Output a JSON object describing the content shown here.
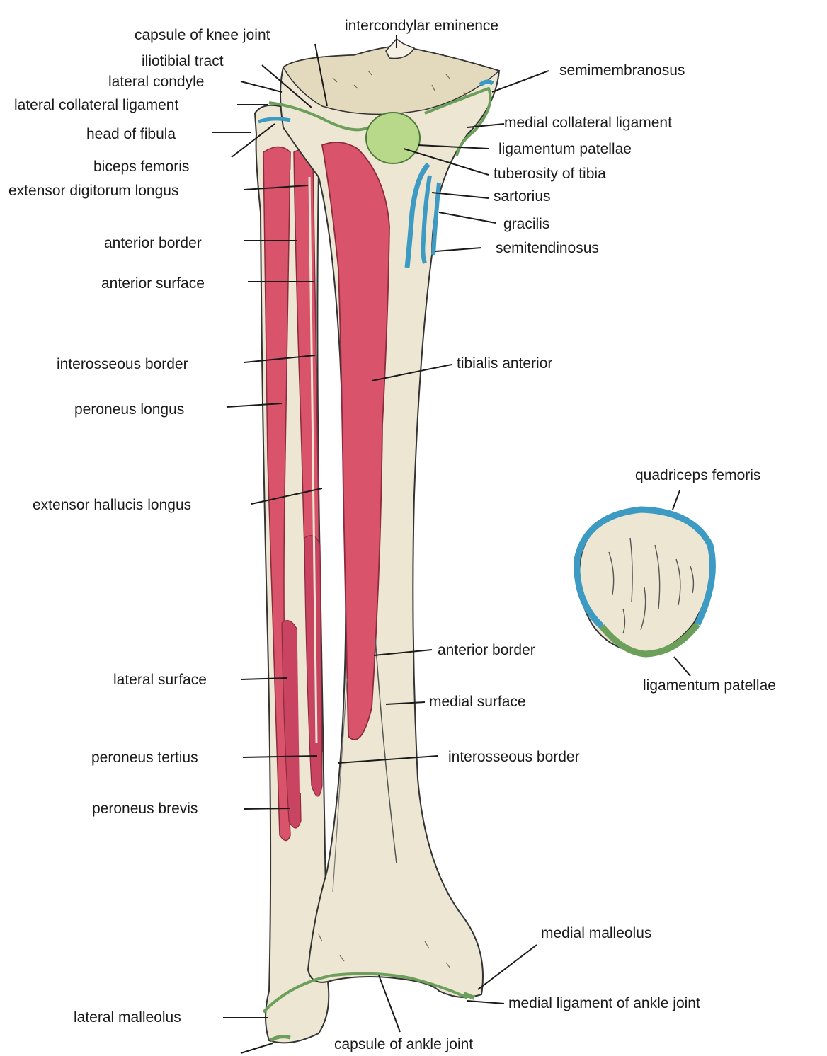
{
  "colors": {
    "bone": "#ece6d3",
    "bone_shade": "#d8ccac",
    "muscle": "#d9536b",
    "muscle_dark": "#b93a55",
    "tendon_blue": "#3d9ac2",
    "ligament_green": "#6ca05a",
    "patella_green": "#b9d98a",
    "leader": "#1a1a1a"
  },
  "labels": {
    "capsule_of_knee_joint": "capsule of knee joint",
    "intercondylar_eminence": "intercondylar eminence",
    "iliotibial_tract": "iliotibial tract",
    "lateral_condyle": "lateral condyle",
    "semimembranosus": "semimembranosus",
    "lateral_collateral_ligament": "lateral collateral ligament",
    "medial_collateral_ligament": "medial collateral ligament",
    "head_of_fibula": "head of fibula",
    "ligamentum_patellae": "ligamentum patellae",
    "biceps_femoris": "biceps femoris",
    "tuberosity_of_tibia": "tuberosity of tibia",
    "extensor_digitorum_longus": "extensor digitorum longus",
    "sartorius": "sartorius",
    "gracilis": "gracilis",
    "anterior_border_upper": "anterior border",
    "semitendinosus": "semitendinosus",
    "anterior_surface": "anterior surface",
    "interosseous_border_upper": "interosseous border",
    "tibialis_anterior": "tibialis anterior",
    "peroneus_longus": "peroneus longus",
    "quadriceps_femoris": "quadriceps femoris",
    "extensor_hallucis_longus": "extensor hallucis longus",
    "anterior_border_lower": "anterior border",
    "lateral_surface": "lateral surface",
    "ligamentum_patellae_patella": "ligamentum patellae",
    "medial_surface": "medial surface",
    "peroneus_tertius": "peroneus tertius",
    "interosseous_border_lower": "interosseous border",
    "peroneus_brevis": "peroneus brevis",
    "medial_malleolus": "medial malleolus",
    "lateral_malleolus": "lateral malleolus",
    "medial_ligament_of_ankle_joint": "medial ligament of ankle joint",
    "capsule_of_ankle_joint": "capsule of ankle joint"
  }
}
